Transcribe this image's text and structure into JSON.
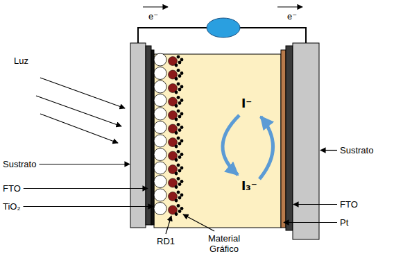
{
  "diagram": {
    "nodes": [
      {
        "text": [
          "I⁻",
          "I₃⁻"
        ]
      }
    ],
    "labels": [
      "e⁻",
      "e⁻",
      "Luz",
      "Sustrato",
      "FTO",
      "TiO₂",
      "RD1",
      "Material Gráfico",
      "Sustrato",
      "FTO",
      "Pt"
    ]
  }
}
